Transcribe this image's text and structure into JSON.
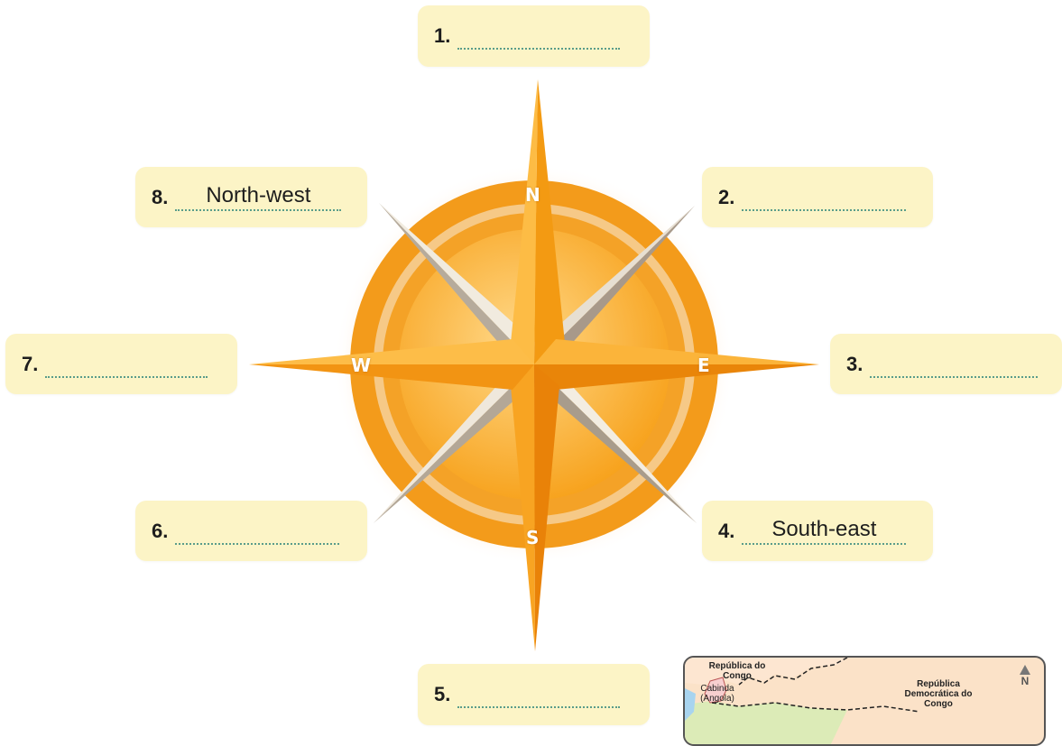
{
  "compass": {
    "cardinals": {
      "n": "N",
      "e": "E",
      "s": "S",
      "w": "W"
    },
    "colors": {
      "ring": "#f09a17",
      "ring_inner": "#fbc766",
      "arm_light": "#fdb733",
      "arm_dark": "#e07e06",
      "silver": "#c9bfb2"
    }
  },
  "labels": [
    {
      "number": "1.",
      "answer": ""
    },
    {
      "number": "2.",
      "answer": ""
    },
    {
      "number": "3.",
      "answer": ""
    },
    {
      "number": "4.",
      "answer": "South-east"
    },
    {
      "number": "5.",
      "answer": ""
    },
    {
      "number": "6.",
      "answer": ""
    },
    {
      "number": "7.",
      "answer": ""
    },
    {
      "number": "8.",
      "answer": "North-west"
    }
  ],
  "map": {
    "regions": {
      "rep_congo": "República do Congo",
      "cabinda": "Cabinda (Angola)",
      "rdc": "República Democrática do Congo"
    },
    "north": "N"
  }
}
